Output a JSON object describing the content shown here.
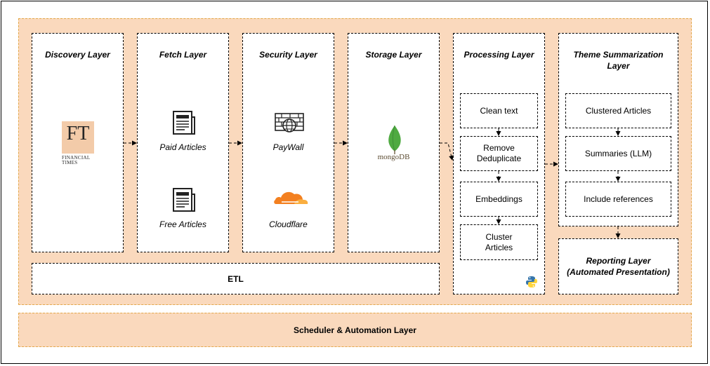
{
  "layers": {
    "discovery": {
      "title": "Discovery Layer",
      "logo_top": "FT",
      "logo_line1": "FINANCIAL",
      "logo_line2": "TIMES"
    },
    "fetch": {
      "title": "Fetch Layer",
      "paid": "Paid Articles",
      "free": "Free Articles"
    },
    "security": {
      "title": "Security Layer",
      "paywall": "PayWall",
      "cloudflare": "Cloudflare"
    },
    "storage": {
      "title": "Storage Layer",
      "logo_text": "mongoDB"
    },
    "processing": {
      "title": "Processing Layer",
      "steps": [
        "Clean text",
        "Remove\nDeduplicate",
        "Embeddings",
        "Cluster\nArticles"
      ]
    },
    "theme": {
      "title": "Theme Summarization\nLayer",
      "steps": [
        "Clustered Articles",
        "Summaries (LLM)",
        "Include references"
      ]
    },
    "reporting": {
      "title": "Reporting Layer\n(Automated Presentation)"
    }
  },
  "etl_label": "ETL",
  "scheduler_label": "Scheduler & Automation Layer",
  "colors": {
    "layer_bg": "#fad9bd",
    "layer_border": "#e3a84b",
    "ft_salmon": "#f3cba9",
    "mongo_green": "#4faa41",
    "cloudflare_orange": "#f38020"
  },
  "icons": [
    "ft-logo",
    "newspaper-icon",
    "firewall-icon",
    "cloudflare-icon",
    "mongodb-icon",
    "python-icon"
  ]
}
